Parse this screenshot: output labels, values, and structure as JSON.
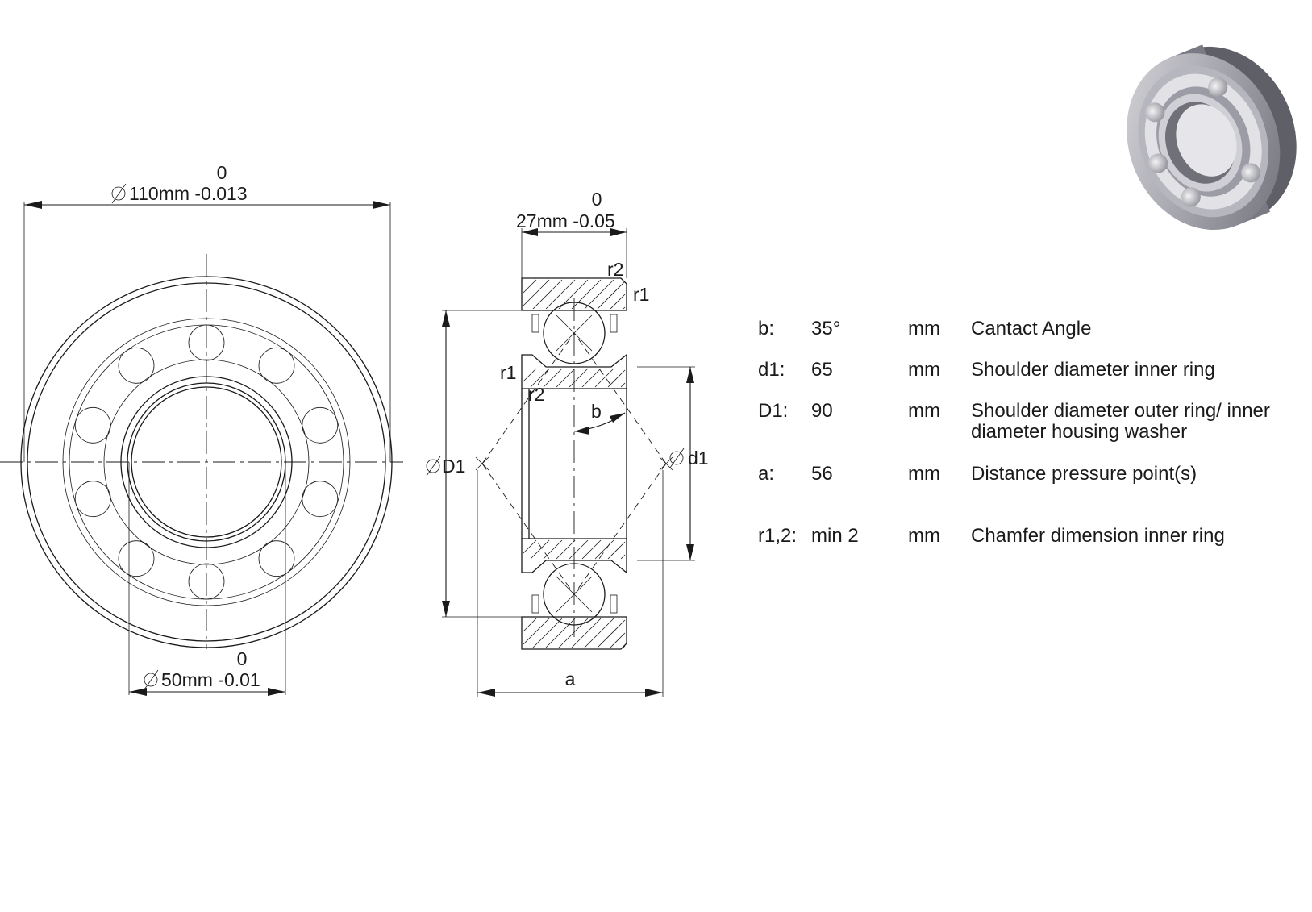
{
  "dimensions": {
    "outer_diameter": {
      "upper": "0",
      "label": "110mm -0.013"
    },
    "bore_diameter": {
      "upper": "0",
      "label": "50mm -0.01"
    },
    "width": {
      "upper": "0",
      "label": "27mm -0.05"
    },
    "D1_label": "D1",
    "d1_label": "d1",
    "a_label": "a",
    "b_label": "b",
    "r1_label": "r1",
    "r2_label": "r2"
  },
  "specs": [
    {
      "key": "b:",
      "value": "35°",
      "unit": "mm",
      "description": "Cantact Angle"
    },
    {
      "key": "d1:",
      "value": "65",
      "unit": "mm",
      "description": "Shoulder diameter inner ring"
    },
    {
      "key": "D1:",
      "value": "90",
      "unit": "mm",
      "description": "Shoulder diameter outer ring/ inner diameter housing washer"
    },
    {
      "key": "a:",
      "value": "56",
      "unit": "mm",
      "description": "Distance pressure point(s)"
    },
    {
      "key": "r1,2:",
      "value": "min 2",
      "unit": "mm",
      "description": "Chamfer dimension inner ring"
    }
  ],
  "colors": {
    "line": "#1a1a1a",
    "bearing_metal": "#8e8e95",
    "bearing_highlight": "#e0e0e4"
  },
  "icons": {
    "diameter_symbol": "diameter-symbol-icon",
    "bearing_render": "bearing-3d-render"
  }
}
